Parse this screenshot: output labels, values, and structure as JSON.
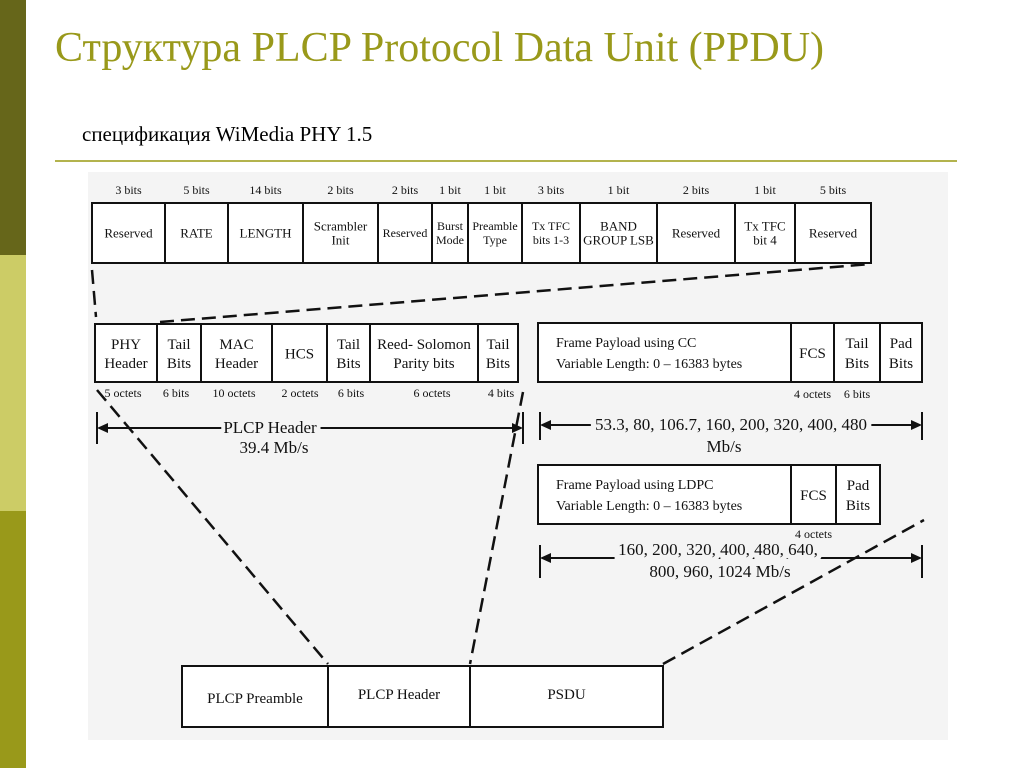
{
  "slide": {
    "title": "Структура PLCP Protocol Data Unit (PPDU)",
    "subtitle": "спецификация WiMedia PHY 1.5"
  },
  "diagram": {
    "top_fields": [
      {
        "bits": "3 bits",
        "label": [
          "Reserved"
        ]
      },
      {
        "bits": "5 bits",
        "label": [
          "RATE"
        ]
      },
      {
        "bits": "14 bits",
        "label": [
          "LENGTH"
        ]
      },
      {
        "bits": "2 bits",
        "label": [
          "Scrambler",
          "Init"
        ]
      },
      {
        "bits": "2 bits",
        "label": [
          "Reserved"
        ]
      },
      {
        "bits": "1 bit",
        "label": [
          "Burst",
          "Mode"
        ]
      },
      {
        "bits": "1 bit",
        "label": [
          "Preamble",
          "Type"
        ]
      },
      {
        "bits": "3 bits",
        "label": [
          "Tx TFC",
          "bits 1-3"
        ]
      },
      {
        "bits": "1 bit",
        "label": [
          "BAND",
          "GROUP LSB"
        ]
      },
      {
        "bits": "2 bits",
        "label": [
          "Reserved"
        ]
      },
      {
        "bits": "1 bit",
        "label": [
          "Tx TFC",
          "bit 4"
        ]
      },
      {
        "bits": "5 bits",
        "label": [
          "Reserved"
        ]
      }
    ],
    "header_fields": [
      {
        "size": "5 octets",
        "label": [
          "PHY",
          "Header"
        ]
      },
      {
        "size": "6 bits",
        "label": [
          "Tail",
          "Bits"
        ]
      },
      {
        "size": "10 octets",
        "label": [
          "MAC",
          "Header"
        ]
      },
      {
        "size": "2 octets",
        "label": [
          "HCS"
        ]
      },
      {
        "size": "6 bits",
        "label": [
          "Tail",
          "Bits"
        ]
      },
      {
        "size": "6 octets",
        "label": [
          "Reed- Solomon",
          "Parity bits"
        ]
      },
      {
        "size": "4 bits",
        "label": [
          "Tail",
          "Bits"
        ]
      }
    ],
    "plcp_header_label": "PLCP Header",
    "plcp_header_rate": "39.4 Mb/s",
    "cc_payload": {
      "label": [
        "Frame Payload using CC",
        "Variable Length: 0 – 16383 bytes"
      ],
      "fields": [
        {
          "size": "4 octets",
          "label": [
            "FCS"
          ]
        },
        {
          "size": "6 bits",
          "label": [
            "Tail",
            "Bits"
          ]
        },
        {
          "size": "",
          "label": [
            "Pad",
            "Bits"
          ]
        }
      ],
      "rates": [
        "53.3, 80, 106.7, 160, 200, 320, 400, 480",
        "Mb/s"
      ]
    },
    "ldpc_payload": {
      "label": [
        "Frame Payload using LDPC",
        "Variable Length: 0 – 16383 bytes"
      ],
      "fields": [
        {
          "size": "4 octets",
          "label": [
            "FCS"
          ]
        },
        {
          "size": "",
          "label": [
            "Pad",
            "Bits"
          ]
        }
      ],
      "rates": [
        "160, 200, 320, 400, 480, 640,",
        "800, 960, 1024 Mb/s"
      ]
    },
    "ppdu_parts": [
      "PLCP Preamble",
      "PLCP Header",
      "PSDU"
    ]
  }
}
